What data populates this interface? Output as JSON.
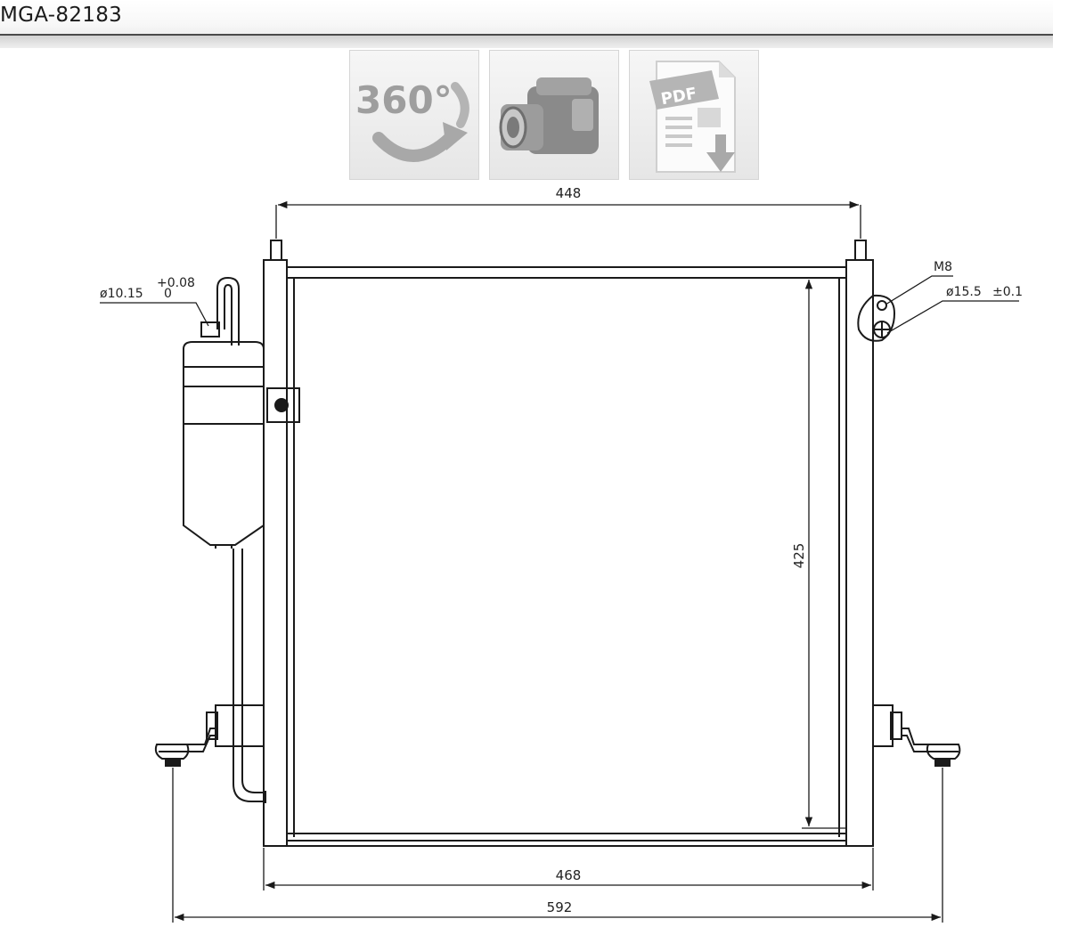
{
  "header": {
    "title": "MGA-82183"
  },
  "toolbar": {
    "rotate_label": "360°",
    "pdf_label": "PDF"
  },
  "drawing": {
    "dim_top_width": "448",
    "dim_height": "425",
    "dim_core_width": "468",
    "dim_overall_width": "592",
    "note_pipe_diameter": "ø10.15",
    "note_pipe_tol_upper": "+0.08",
    "note_pipe_tol_lower": "0",
    "note_thread": "M8",
    "note_hole_diameter": "ø15.5",
    "note_hole_tol": "±0.1"
  },
  "colors": {
    "line": "#1a1a1a",
    "header_rule": "#4a4a4a",
    "icon_grey": "#b9b9b9"
  }
}
